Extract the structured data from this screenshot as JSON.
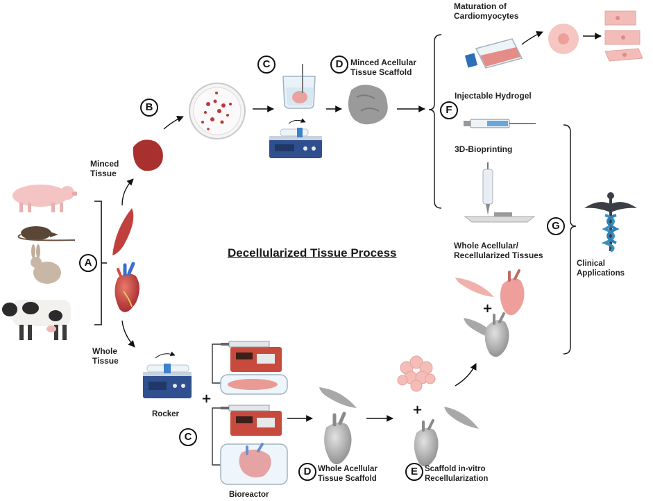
{
  "title": "Decellularized Tissue Process",
  "badges": {
    "a": "A",
    "b": "B",
    "c1": "C",
    "c2": "C",
    "d1": "D",
    "d2": "D",
    "e": "E",
    "f": "F",
    "g": "G"
  },
  "labels": {
    "minced_tissue": "Minced\nTissue",
    "whole_tissue": "Whole\nTissue",
    "minced_acellular": "Minced Acellular\nTissue Scaffold",
    "maturation": "Maturation of\nCardiomyocytes",
    "hydrogel": "Injectable Hydrogel",
    "bioprinting": "3D-Bioprinting",
    "whole_recell": "Whole Acellular/\nRecellularized Tissues",
    "clinical": "Clinical Applications",
    "rocker": "Rocker",
    "bioreactor": "Bioreactor",
    "whole_acellular": "Whole Acellular\nTissue Scaffold",
    "recellularization": "Scaffold in-vitro\nRecellularization"
  },
  "plus_sign": "+",
  "colors": {
    "tissue_red": "#b33a3a",
    "muscle_pink": "#f2b5b2",
    "device_blue": "#2f4f8f",
    "pump_red": "#c84a3c",
    "scaffold_gray": "#9a9a9a",
    "caduceus_blue": "#3a8fc0"
  }
}
